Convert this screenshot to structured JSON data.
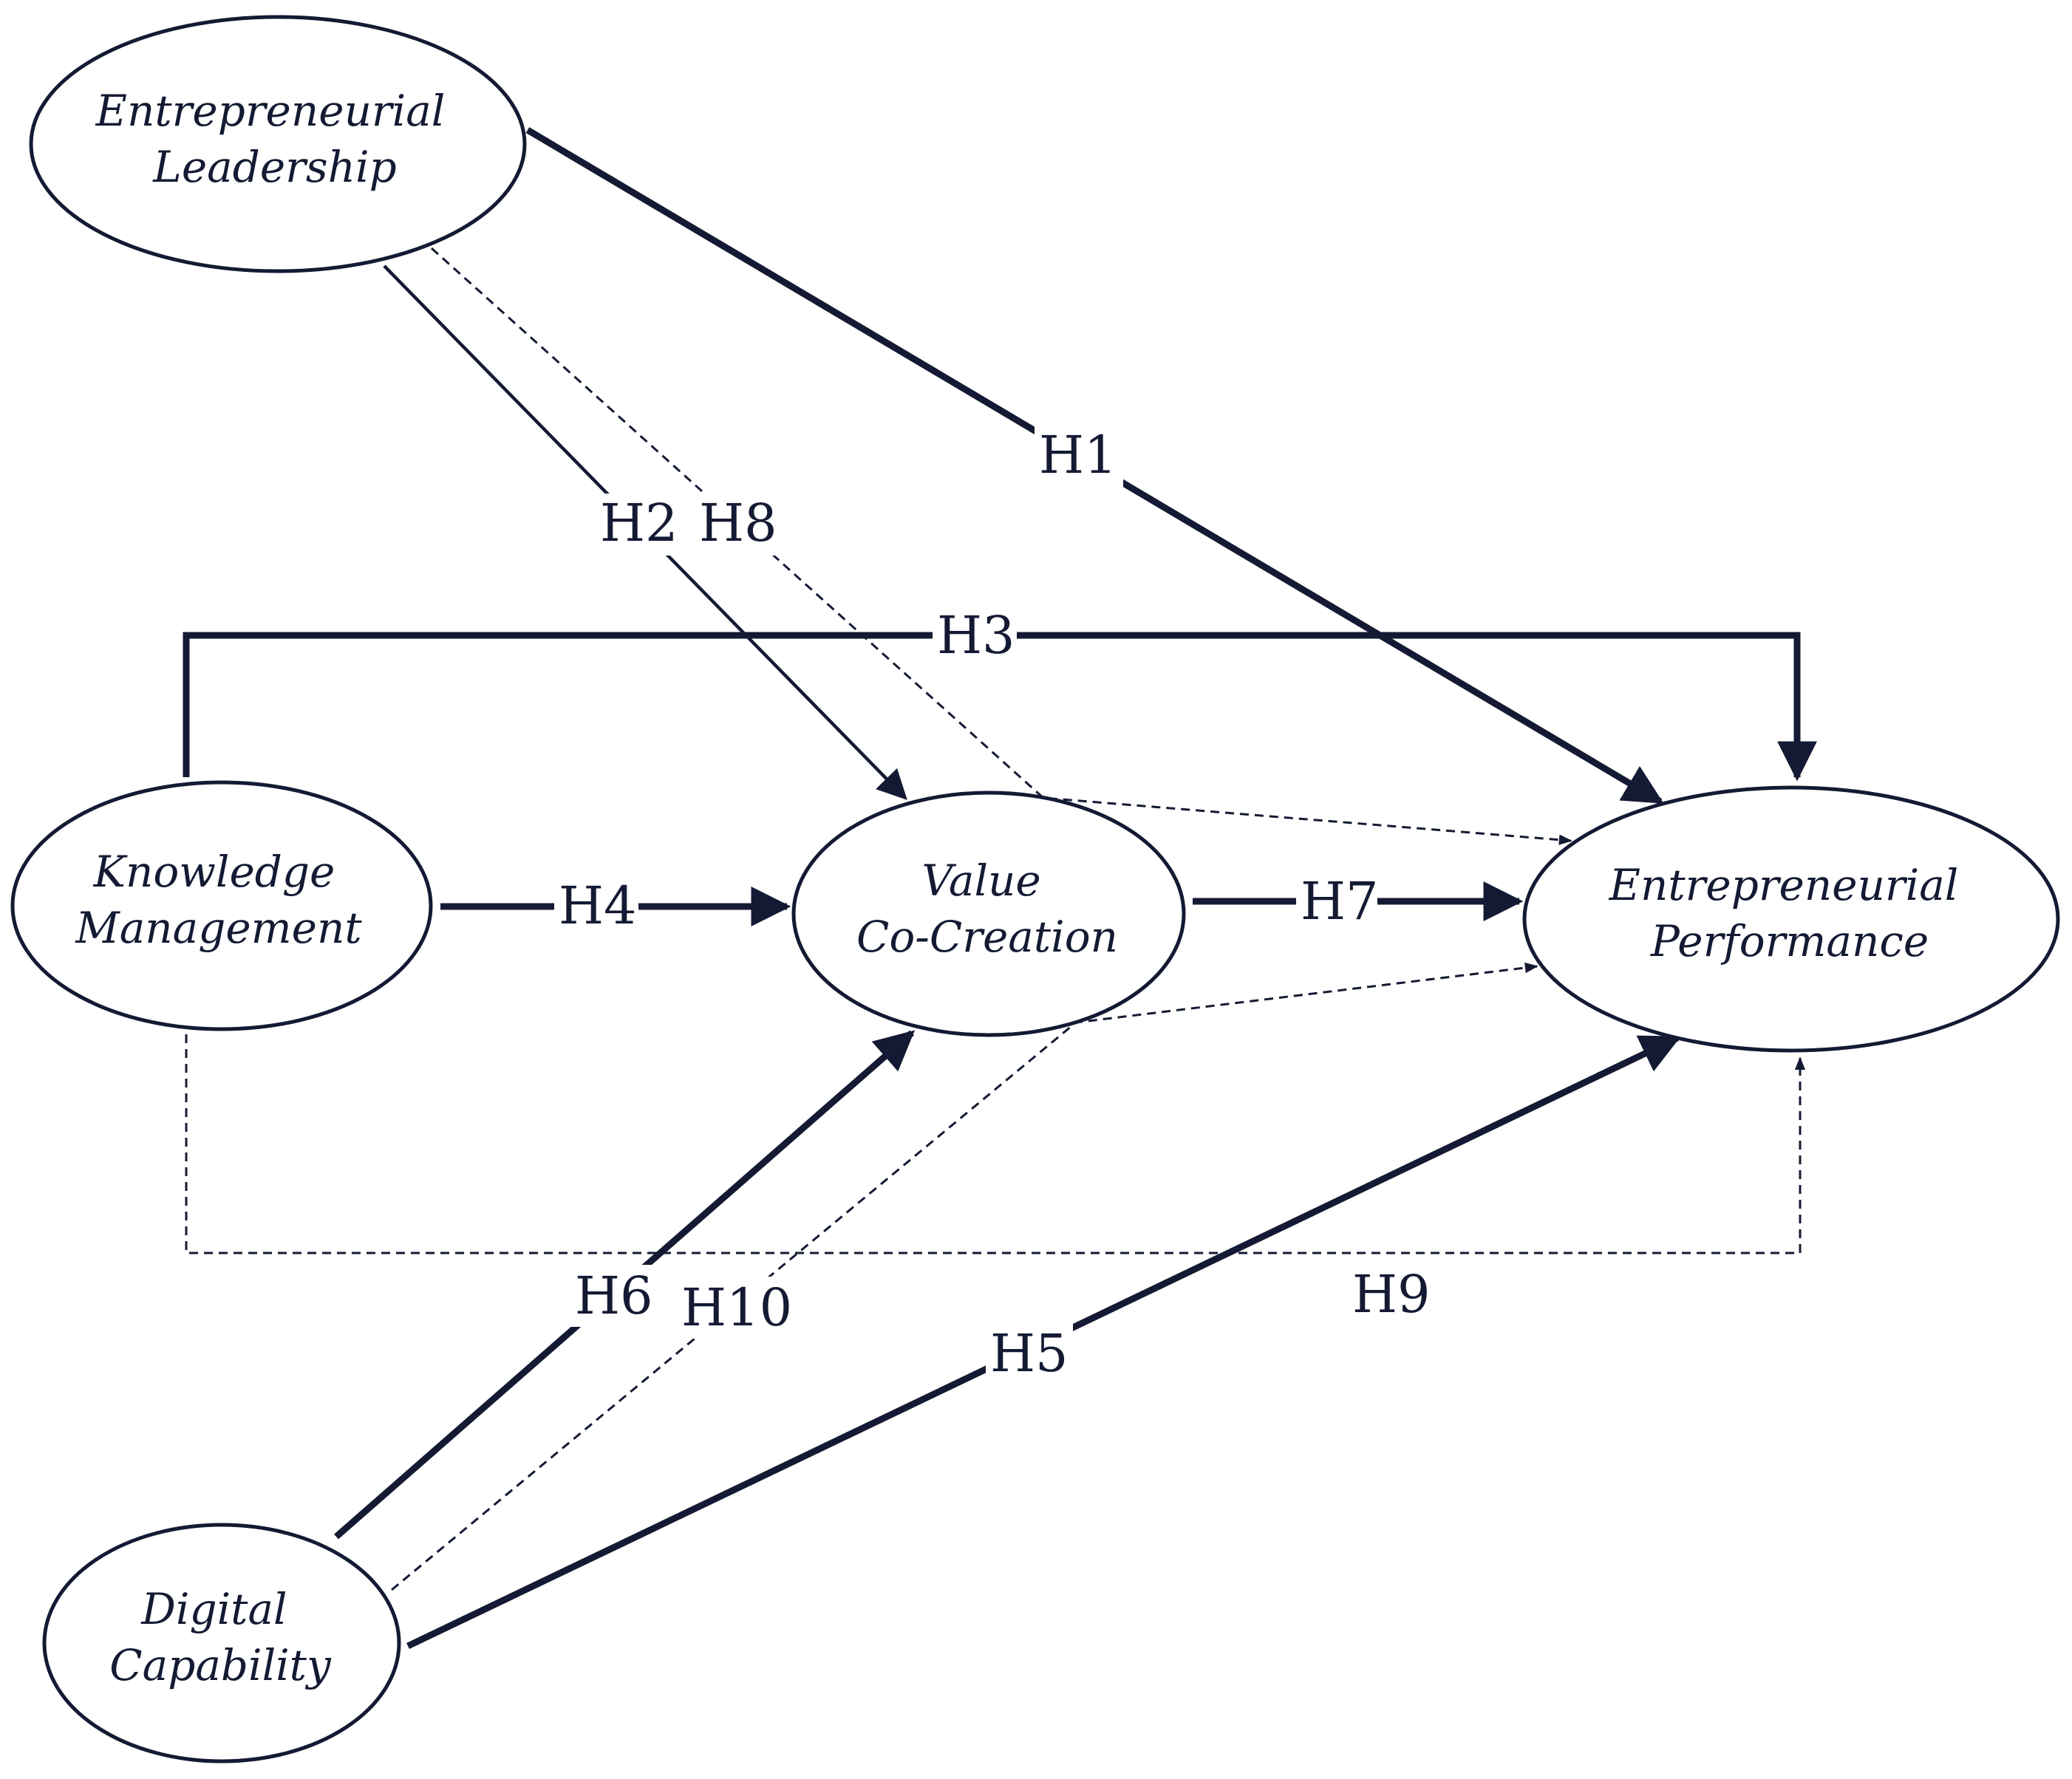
{
  "colors": {
    "ink": "#141a33",
    "background": "#ffffff"
  },
  "nodes": {
    "entrepreneurial_leadership": {
      "line1": "Entrepreneurial",
      "line2": "Leadership"
    },
    "knowledge_management": {
      "line1": "Knowledge",
      "line2": "Management"
    },
    "value_co_creation": {
      "line1": "Value",
      "line2": "Co-Creation"
    },
    "entrepreneurial_performance": {
      "line1": "Entrepreneurial",
      "line2": "Performance"
    },
    "digital_capability": {
      "line1": "Digital",
      "line2": "Capability"
    }
  },
  "hypotheses": {
    "h1": "H1",
    "h2": "H2",
    "h3": "H3",
    "h4": "H4",
    "h5": "H5",
    "h6": "H6",
    "h7": "H7",
    "h8": "H8",
    "h9": "H9",
    "h10": "H10"
  }
}
